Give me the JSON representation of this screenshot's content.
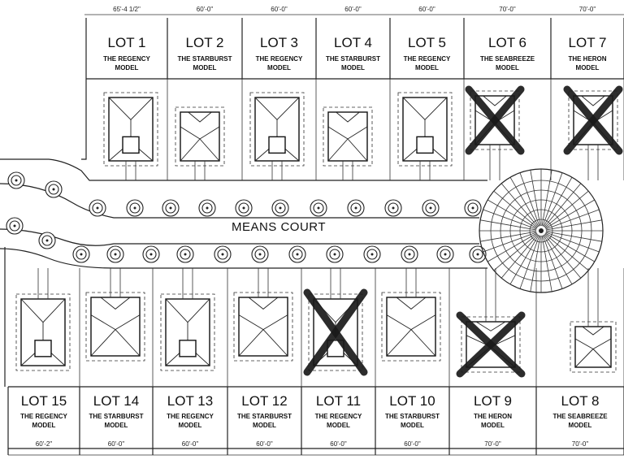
{
  "street_name": "MEANS COURT",
  "top_lots": [
    {
      "lot": "LOT 1",
      "model_line1": "THE REGENCY",
      "model_line2": "MODEL",
      "frontage": "65'-4 1/2\"",
      "crossed": false
    },
    {
      "lot": "LOT 2",
      "model_line1": "THE STARBURST",
      "model_line2": "MODEL",
      "frontage": "60'-0\"",
      "crossed": false
    },
    {
      "lot": "LOT 3",
      "model_line1": "THE REGENCY",
      "model_line2": "MODEL",
      "frontage": "60'-0\"",
      "crossed": false
    },
    {
      "lot": "LOT 4",
      "model_line1": "THE STARBURST",
      "model_line2": "MODEL",
      "frontage": "60'-0\"",
      "crossed": false
    },
    {
      "lot": "LOT 5",
      "model_line1": "THE REGENCY",
      "model_line2": "MODEL",
      "frontage": "60'-0\"",
      "crossed": false
    },
    {
      "lot": "LOT 6",
      "model_line1": "THE SEABREEZE",
      "model_line2": "MODEL",
      "frontage": "70'-0\"",
      "crossed": true
    },
    {
      "lot": "LOT 7",
      "model_line1": "THE HERON",
      "model_line2": "MODEL",
      "frontage": "70'-0\"",
      "crossed": true
    }
  ],
  "bottom_lots": [
    {
      "lot": "LOT 15",
      "model_line1": "THE REGENCY",
      "model_line2": "MODEL",
      "frontage": "60'-2\"",
      "crossed": false
    },
    {
      "lot": "LOT 14",
      "model_line1": "THE STARBURST",
      "model_line2": "MODEL",
      "frontage": "60'-0\"",
      "crossed": false
    },
    {
      "lot": "LOT 13",
      "model_line1": "THE REGENCY",
      "model_line2": "MODEL",
      "frontage": "60'-0\"",
      "crossed": false
    },
    {
      "lot": "LOT 12",
      "model_line1": "THE STARBURST",
      "model_line2": "MODEL",
      "frontage": "60'-0\"",
      "crossed": false
    },
    {
      "lot": "LOT 11",
      "model_line1": "THE REGENCY",
      "model_line2": "MODEL",
      "frontage": "60'-0\"",
      "crossed": true
    },
    {
      "lot": "LOT 10",
      "model_line1": "THE STARBURST",
      "model_line2": "MODEL",
      "frontage": "60'-0\"",
      "crossed": false
    },
    {
      "lot": "LOT 9",
      "model_line1": "THE HERON",
      "model_line2": "MODEL",
      "frontage": "70'-0\"",
      "crossed": true
    },
    {
      "lot": "LOT 8",
      "model_line1": "THE SEABREEZE",
      "model_line2": "MODEL",
      "frontage": "70'-0\"",
      "crossed": false
    }
  ],
  "colors": {
    "ink": "#111111",
    "cross_mark": "#1a1a1a",
    "background": "#ffffff"
  },
  "icons": {
    "tree": "tree-symbol-icon",
    "cul_de_sac": "cul-de-sac-radial-icon",
    "cross": "cross-out-mark-icon"
  }
}
